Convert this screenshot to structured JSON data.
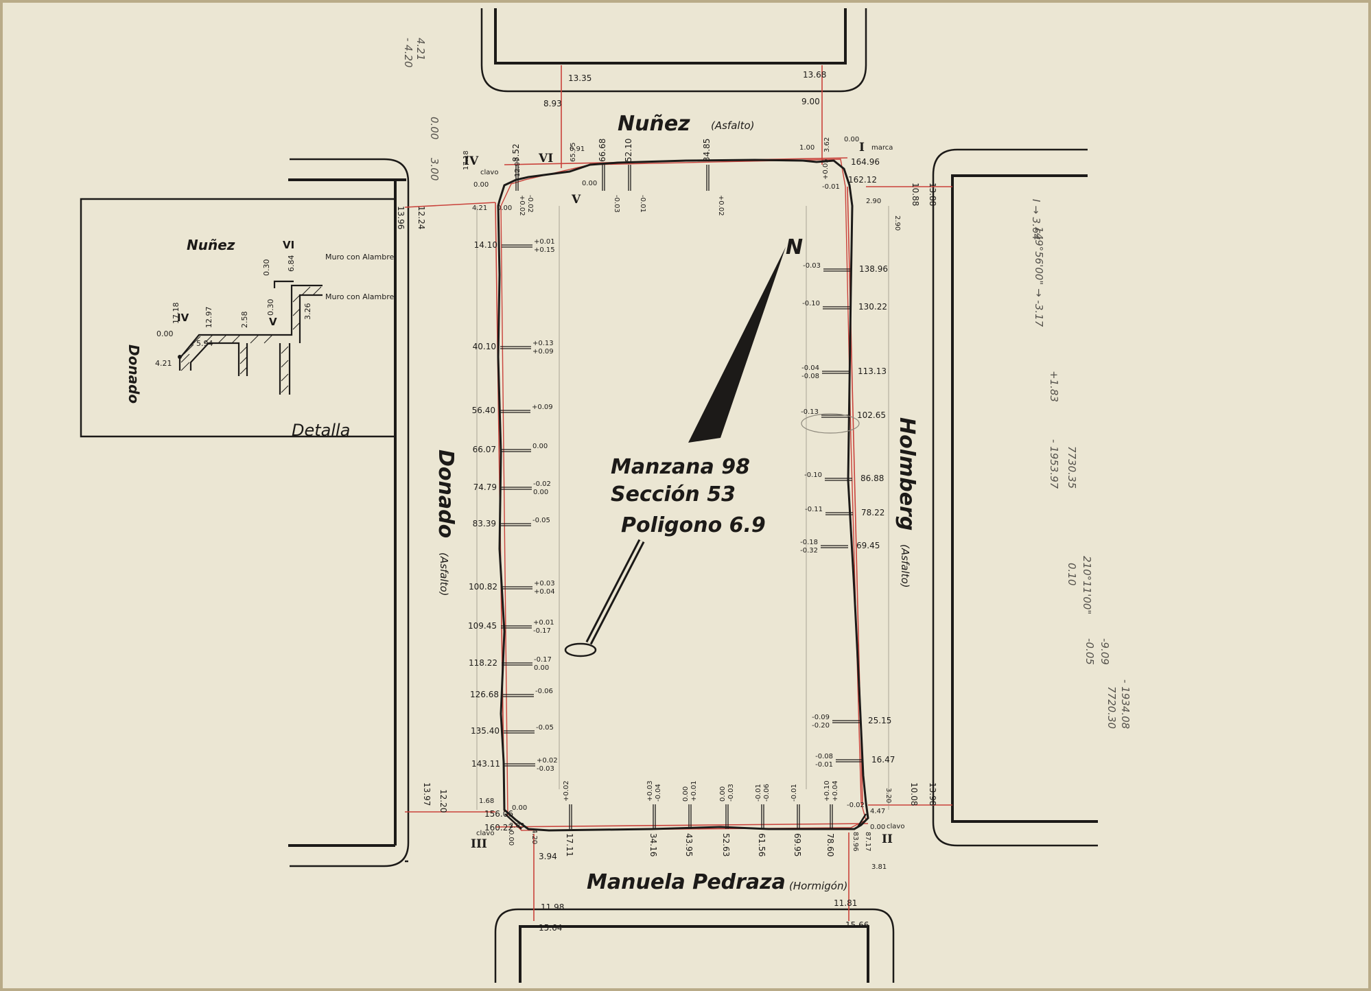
{
  "streets": {
    "north": {
      "name": "Nuñez",
      "surface": "(Asfalto)"
    },
    "south": {
      "name": "Manuela Pedraza",
      "surface": "(Hormigón)"
    },
    "west": {
      "name": "Donado",
      "surface": "(Asfalto)"
    },
    "east": {
      "name": "Holmberg",
      "surface": "(Asfalto)"
    }
  },
  "block": {
    "manzana": "Manzana 98",
    "seccion": "Sección 53",
    "poligono": "Poligono 6.9"
  },
  "north_arrow": {
    "label": "N"
  },
  "vertices": {
    "I": {
      "label": "I",
      "note": "marca",
      "coord": "164.96",
      "zero": "0.00"
    },
    "II": {
      "label": "II",
      "note": "clavo",
      "zero": "0.00"
    },
    "III": {
      "label": "III",
      "note": "clavo",
      "zero": "0.00"
    },
    "IV": {
      "label": "IV",
      "note": "clavo",
      "zero": "0.00"
    },
    "V": {
      "label": "V"
    },
    "VI": {
      "label": "VI"
    }
  },
  "street_widths": {
    "north_left": "13.35",
    "north_right": "13.68",
    "north_left_inner": "8.93",
    "north_right_inner": "9.00",
    "south_left": "11.98",
    "south_right": "11.81",
    "south_left_outer": "15.64",
    "south_right_outer": "15.66",
    "west_top_outer": "13.96",
    "west_top_inner": "12.24",
    "west_bottom_outer": "13.97",
    "west_bottom_inner": "12.20",
    "east_top_inner": "10.88",
    "east_top_outer": "13.88",
    "east_bottom_inner": "10.08",
    "east_bottom_outer": "13.98"
  },
  "west_offsets": [
    {
      "dist": "14.10",
      "delta": "+0.01\n+0.15"
    },
    {
      "dist": "40.10",
      "delta": "+0.13\n+0.09"
    },
    {
      "dist": "56.40",
      "delta": "+0.09"
    },
    {
      "dist": "66.07",
      "delta": "0.00"
    },
    {
      "dist": "74.79",
      "delta": "-0.02\n0.00"
    },
    {
      "dist": "83.39",
      "delta": "-0.05"
    },
    {
      "dist": "100.82",
      "delta": "+0.03\n+0.04"
    },
    {
      "dist": "109.45",
      "delta": "+0.01\n-0.17"
    },
    {
      "dist": "118.22",
      "delta": "-0.17\n0.00"
    },
    {
      "dist": "126.68",
      "delta": "-0.06"
    },
    {
      "dist": "135.40",
      "delta": "-0.05"
    },
    {
      "dist": "143.11",
      "delta": "+0.02\n-0.03"
    }
  ],
  "east_offsets": [
    {
      "dist": "138.96",
      "delta": "-0.03"
    },
    {
      "dist": "130.22",
      "delta": "-0.10"
    },
    {
      "dist": "113.13",
      "delta": "-0.04\n-0.08"
    },
    {
      "dist": "102.65",
      "delta": "-0.13"
    },
    {
      "dist": "86.88",
      "delta": "-0.10"
    },
    {
      "dist": "78.22",
      "delta": "-0.11"
    },
    {
      "dist": "69.45",
      "delta": "-0.18\n-0.32"
    },
    {
      "dist": "25.15",
      "delta": "-0.09\n-0.20"
    },
    {
      "dist": "16.47",
      "delta": "-0.08\n-0.01"
    }
  ],
  "north_offsets": [
    {
      "dist": "8.52",
      "delta": "-0.02\n+0.02"
    },
    {
      "dist": "66.68",
      "delta": "-0.03"
    },
    {
      "dist": "52.10",
      "delta": "-0.01"
    },
    {
      "dist": "34.85",
      "delta": "+0.02"
    }
  ],
  "south_offsets": [
    {
      "dist": "17.11",
      "delta": "+0.02"
    },
    {
      "dist": "34.16",
      "delta": "+0.03\n-0.04"
    },
    {
      "dist": "43.95",
      "delta": "0.00\n+0.01"
    },
    {
      "dist": "52.63",
      "delta": "0.00\n-0.03"
    },
    {
      "dist": "61.56",
      "delta": "-0.01\n-0.06"
    },
    {
      "dist": "69.95",
      "delta": "-0.01"
    },
    {
      "dist": "78.60",
      "delta": "+0.10\n+0.04"
    }
  ],
  "corner_values": {
    "nw_1": "17.18",
    "nw_2": "12.97",
    "nw_3": "4.21",
    "nw_4": "0.00",
    "n_1": "0.91",
    "n_2": "65.75",
    "n_3": "0.00",
    "ne_1": "1.00",
    "ne_2": "3.62",
    "ne_3": "+0.05",
    "ne_4": "-0.01",
    "ne_5": "162.12",
    "ne_6": "2.90",
    "ne_7": "2.90",
    "sw_1": "1.68",
    "sw_2": "156.06",
    "sw_3": "160.22",
    "sw_4": "0.00",
    "sw_5": "2.03",
    "sw_6": "3.94",
    "sw_7": "4.20",
    "se_1": "4.47",
    "se_2": "87.17",
    "se_3": "83.96",
    "se_4": "3.20",
    "se_5": "3.81",
    "se_6": "-0.02"
  },
  "pencil": {
    "l1": "I → 3.64",
    "l2": "149°56'00\" → -3.17",
    "l3": "+1.83",
    "l4": "- 1953.97",
    "l5": "7730.35",
    "l6": "0.10",
    "l7": "210°11'00\"",
    "l8": "-0.05",
    "l9": "-9.09",
    "l10": "7720.30",
    "l11": "- 1934.08",
    "m1": "- 4.20",
    "m2": "4.21",
    "m3": "0.00",
    "m4": "3.00"
  },
  "detail": {
    "title": "Detalla",
    "street_north": "Nuñez",
    "street_west": "Donado",
    "vertex_iv": "IV",
    "vertex_v": "V",
    "vertex_vi": "VI",
    "wall_1": "Muro con Alambre",
    "wall_2": "Muro con Alambre",
    "v1": "17.18",
    "v2": "0.00",
    "v3": "4.21",
    "v4": "5.94",
    "v5": "12.97",
    "v6": "2.58",
    "v7": "0.30",
    "v8": "3.26",
    "v9": "0.30",
    "v10": "6.84"
  },
  "colors": {
    "paper": "#ebe6d3",
    "ink": "#1c1a18",
    "red": "#c9413a",
    "pencil": "#55524c"
  }
}
